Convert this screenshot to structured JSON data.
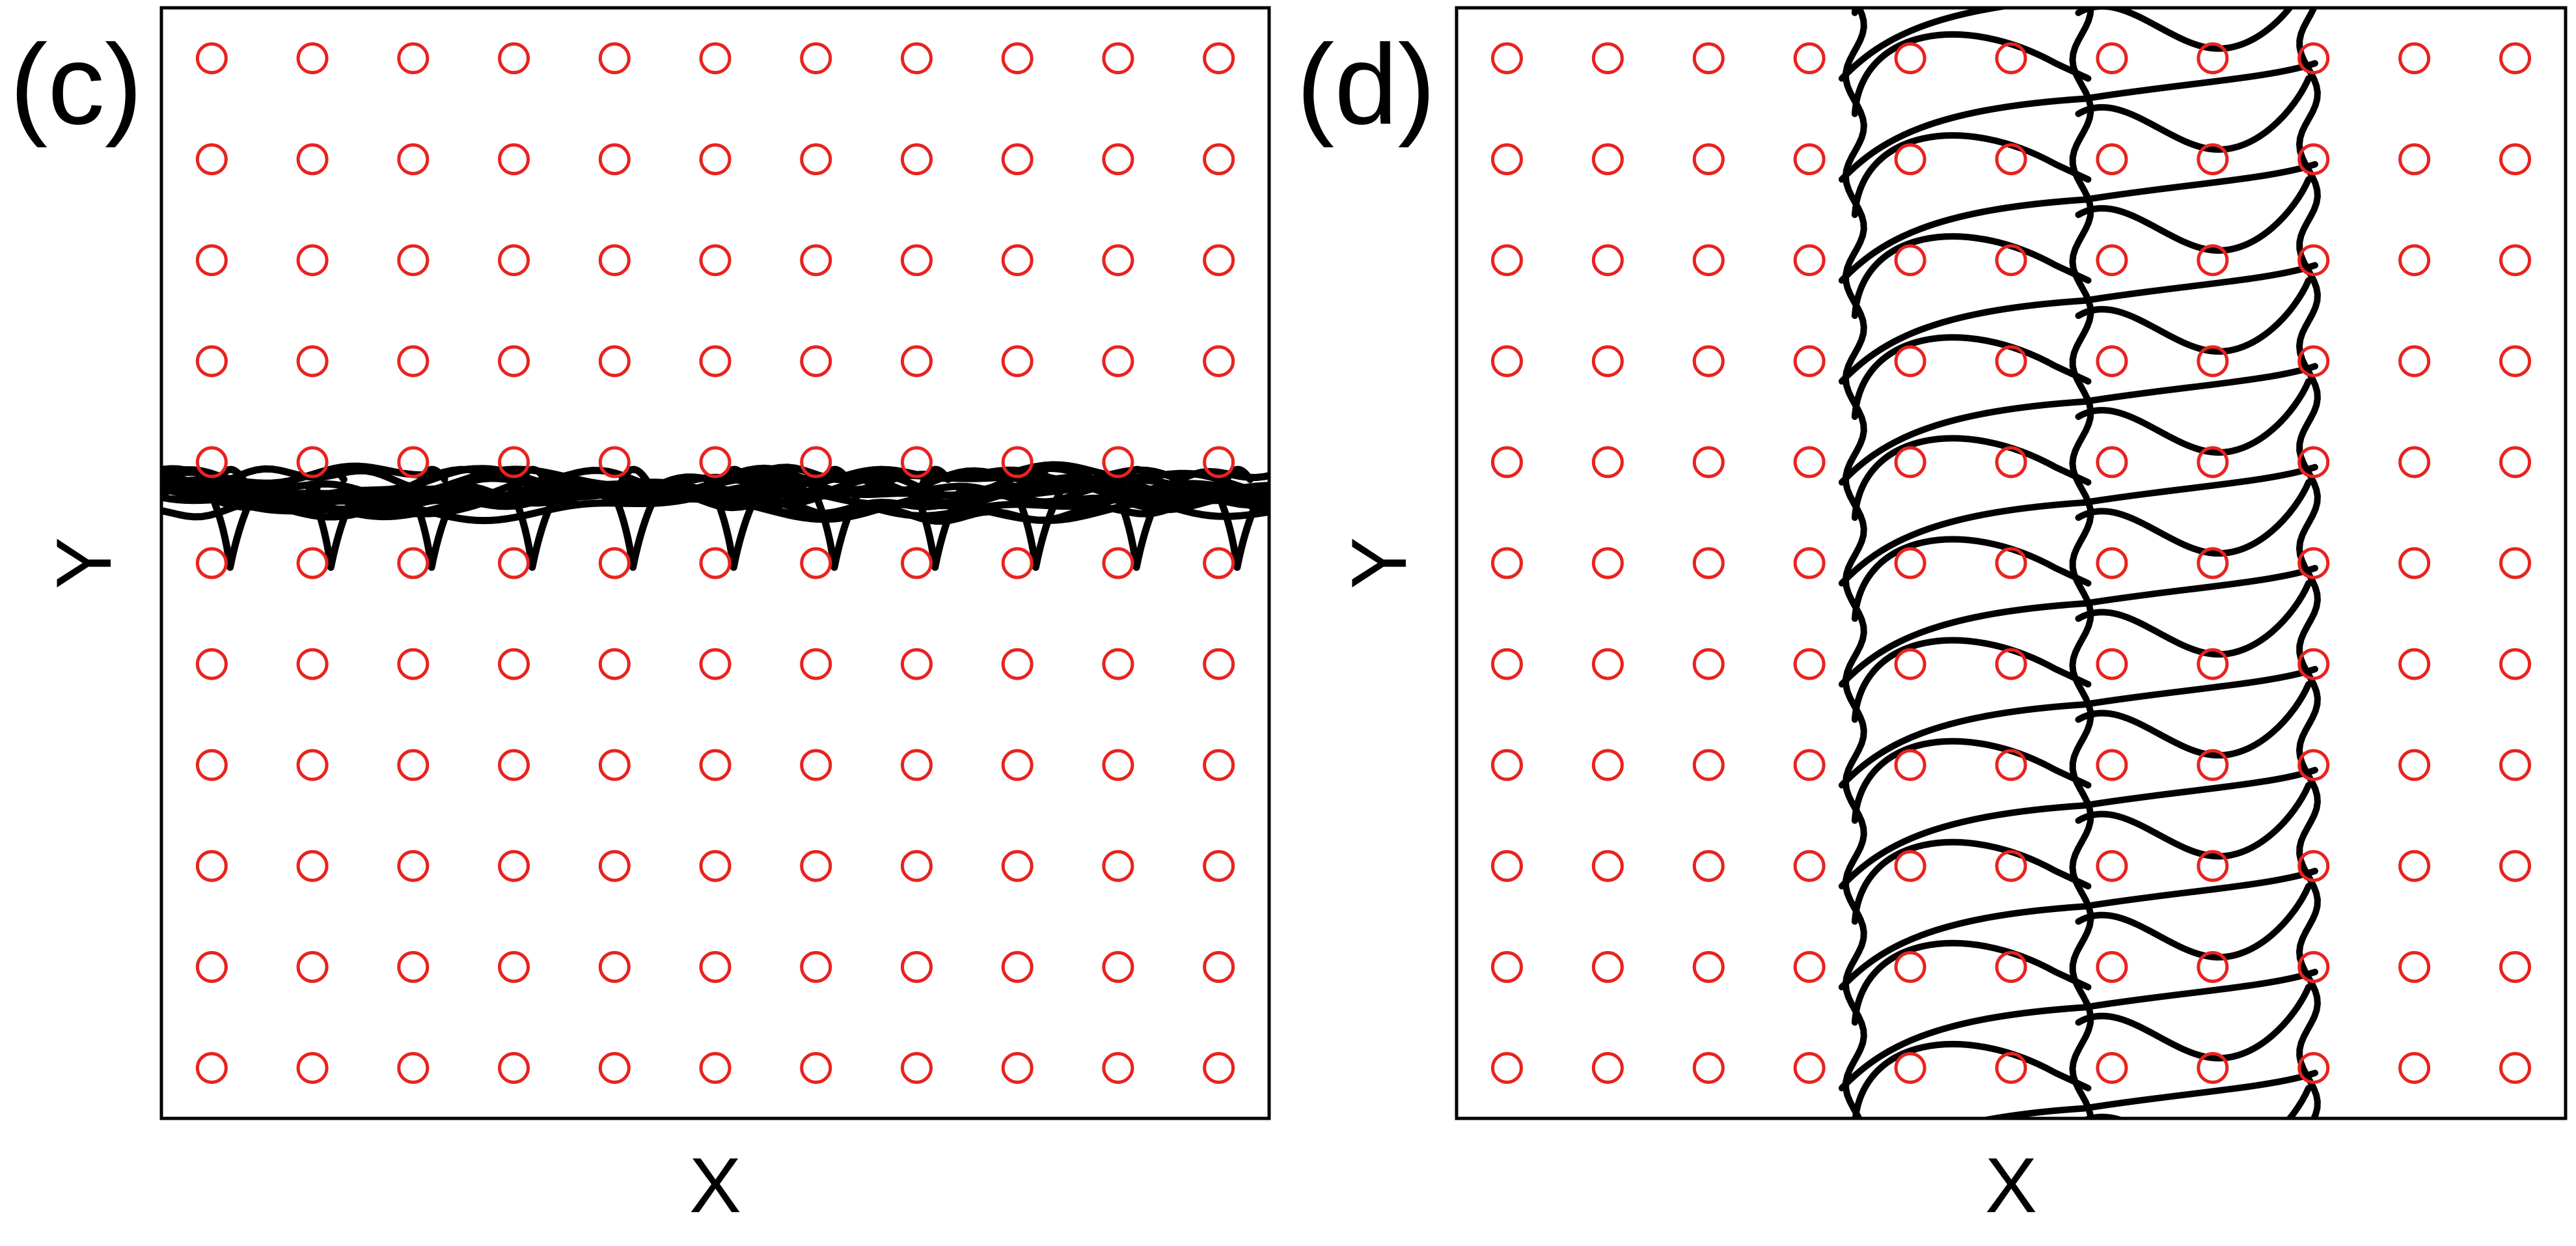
{
  "chart_data": [
    {
      "type": "scatter",
      "panel_label": "(c)",
      "xlabel": "X",
      "ylabel": "Y",
      "xlim": [
        0,
        11
      ],
      "ylim": [
        0,
        11
      ],
      "grid": false,
      "scatterer_color": "#e8231f",
      "trajectory_color": "#000000",
      "scatterer_grid": {
        "x": [
          0.5,
          1.5,
          2.5,
          3.5,
          4.5,
          5.5,
          6.5,
          7.5,
          8.5,
          9.5,
          10.5
        ],
        "y": [
          0.5,
          1.5,
          2.5,
          3.5,
          4.5,
          5.5,
          6.5,
          7.5,
          8.5,
          9.5,
          10.5
        ]
      },
      "trajectory": {
        "orientation": "horizontal",
        "description_level": "band",
        "center": 6.2,
        "spread": 0.55,
        "spike_x": [
          0.1,
          1.1,
          2.1,
          3.1,
          4.1,
          5.1,
          6.1,
          7.1,
          8.1,
          9.1,
          10.1
        ]
      }
    },
    {
      "type": "scatter",
      "panel_label": "(d)",
      "xlabel": "X",
      "ylabel": "Y",
      "xlim": [
        0,
        11
      ],
      "ylim": [
        0,
        11
      ],
      "grid": false,
      "scatterer_color": "#e8231f",
      "trajectory_color": "#000000",
      "scatterer_grid": {
        "x": [
          0.5,
          1.5,
          2.5,
          3.5,
          4.5,
          5.5,
          6.5,
          7.5,
          8.5,
          9.5,
          10.5
        ],
        "y": [
          0.5,
          1.5,
          2.5,
          3.5,
          4.5,
          5.5,
          6.5,
          7.5,
          8.5,
          9.5,
          10.5
        ]
      },
      "trajectory": {
        "orientation": "vertical",
        "x_range": [
          3.8,
          8.6
        ],
        "column_lines_x": [
          3.95,
          6.2,
          8.45
        ],
        "period_y": 1.0
      }
    }
  ]
}
